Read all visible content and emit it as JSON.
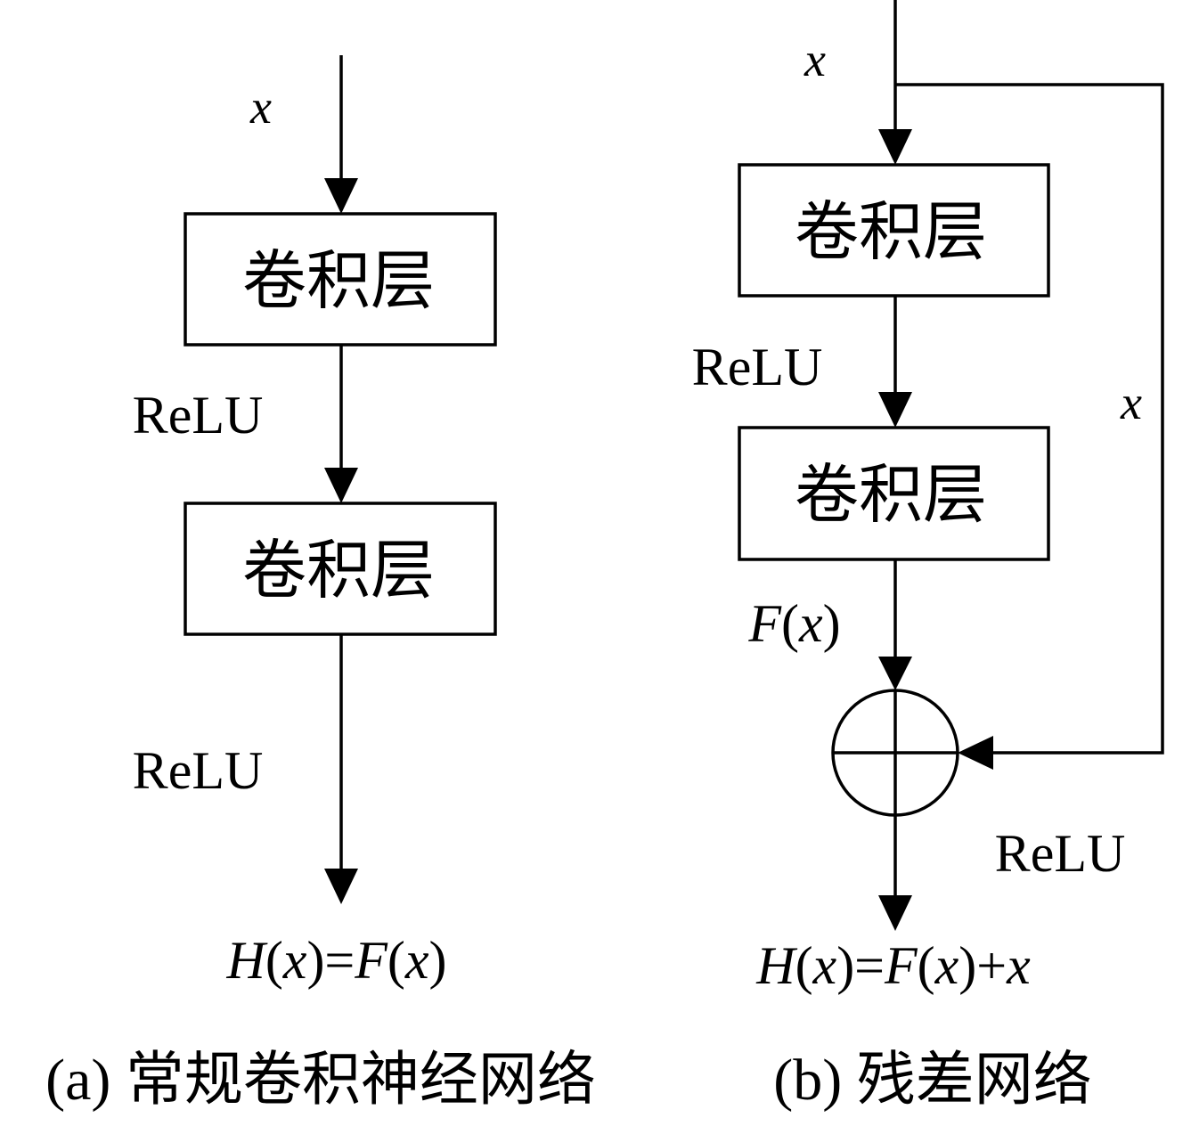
{
  "panel_a": {
    "input_label": "x",
    "box1_label": "卷积层",
    "relu1_label": "ReLU",
    "box2_label": "卷积层",
    "relu2_label": "ReLU",
    "output": {
      "H": "H",
      "lp1": "(",
      "x1": "x",
      "rp1": ")=",
      "F": "F",
      "lp2": "(",
      "x2": "x",
      "rp2": ")"
    },
    "caption": "(a) 常规卷积神经网络"
  },
  "panel_b": {
    "input_label": "x",
    "box1_label": "卷积层",
    "relu1_label": "ReLU",
    "box2_label": "卷积层",
    "fx": {
      "F": "F",
      "lp": "(",
      "x": "x",
      "rp": ")"
    },
    "shortcut_label": "x",
    "relu2_label": "ReLU",
    "output": {
      "H": "H",
      "lp1": "(",
      "x1": "x",
      "rp1": ")=",
      "F": "F",
      "lp2": "(",
      "x2": "x",
      "rp2": ")+",
      "x3": "x"
    },
    "caption": "(b) 残差网络"
  }
}
